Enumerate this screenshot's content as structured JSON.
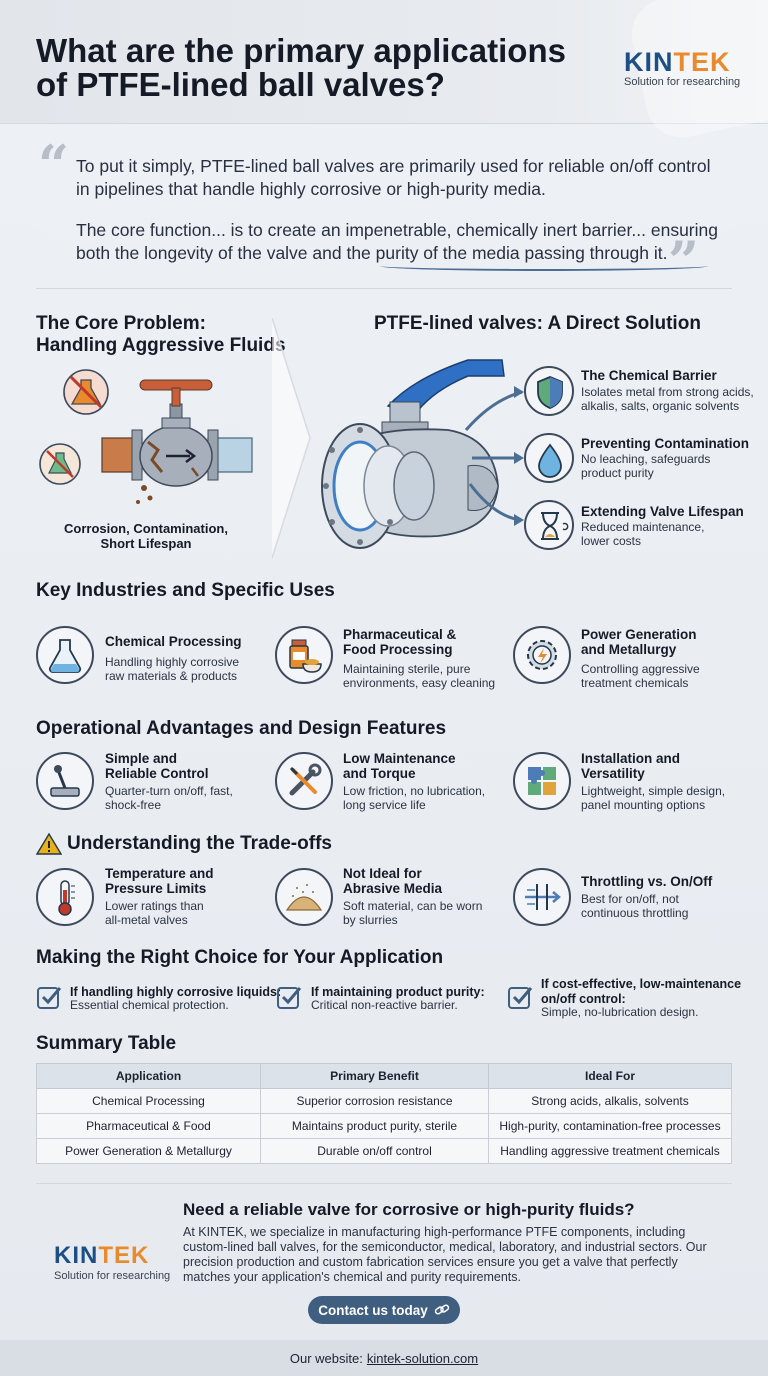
{
  "header": {
    "title_line1": "What are the primary applications",
    "title_line2": "of PTFE-lined ball valves?",
    "logo": {
      "word_part1": "KIN",
      "word_part2": "TEK",
      "tagline": "Solution for researching"
    }
  },
  "quote": {
    "p1_line1": "To put it simply, PTFE-lined ball valves are primarily used for reliable on/off control",
    "p1_line2": "in pipelines that handle highly corrosive or high-purity media.",
    "p2_line1": "The core function... is to create an impenetrable, chemically inert barrier... ensuring",
    "p2_line2": "both the longevity of the valve and the purity of the media passing through it."
  },
  "problem": {
    "heading_line1": "The Core Problem:",
    "heading_line2": "Handling Aggressive Fluids",
    "caption_line1": "Corrosion, Contamination,",
    "caption_line2": "Short Lifespan"
  },
  "solution": {
    "heading": "PTFE-lined valves: A Direct Solution",
    "items": [
      {
        "title": "The Chemical Barrier",
        "line1": "Isolates metal from strong acids,",
        "line2": "alkalis, salts, organic solvents",
        "icon": "shield-icon"
      },
      {
        "title": "Preventing Contamination",
        "line1": "No leaching, safeguards",
        "line2": "product purity",
        "icon": "droplet-icon"
      },
      {
        "title": "Extending Valve Lifespan",
        "line1": "Reduced maintenance,",
        "line2": "lower costs",
        "icon": "hourglass-icon"
      }
    ]
  },
  "industries": {
    "heading": "Key Industries and Specific Uses",
    "items": [
      {
        "title_line1": "Chemical Processing",
        "title_line2": "",
        "line1": "Handling highly corrosive",
        "line2": "raw materials & products",
        "icon": "flask-icon"
      },
      {
        "title_line1": "Pharmaceutical &",
        "title_line2": "Food Processing",
        "line1": "Maintaining sterile, pure",
        "line2": "environments, easy cleaning",
        "icon": "pill-bottle-icon"
      },
      {
        "title_line1": "Power Generation",
        "title_line2": "and Metallurgy",
        "line1": "Controlling aggressive",
        "line2": "treatment chemicals",
        "icon": "gear-bolt-icon"
      }
    ]
  },
  "advantages": {
    "heading": "Operational Advantages and Design Features",
    "items": [
      {
        "title_line1": "Simple and",
        "title_line2": "Reliable Control",
        "line1": "Quarter-turn on/off, fast,",
        "line2": "shock-free",
        "icon": "lever-icon"
      },
      {
        "title_line1": "Low Maintenance",
        "title_line2": "and Torque",
        "line1": "Low friction, no lubrication,",
        "line2": "long service life",
        "icon": "wrench-screwdriver-icon"
      },
      {
        "title_line1": "Installation and",
        "title_line2": "Versatility",
        "line1": "Lightweight, simple design,",
        "line2": "panel mounting options",
        "icon": "puzzle-icon"
      }
    ]
  },
  "tradeoffs": {
    "heading": "Understanding the Trade-offs",
    "items": [
      {
        "title_line1": "Temperature and",
        "title_line2": "Pressure Limits",
        "line1": "Lower ratings than",
        "line2": "all-metal valves",
        "icon": "thermometer-icon"
      },
      {
        "title_line1": "Not Ideal for",
        "title_line2": "Abrasive Media",
        "line1": "Soft material, can be worn",
        "line2": "by slurries",
        "icon": "sand-icon"
      },
      {
        "title_line1": "Throttling vs. On/Off",
        "title_line2": "",
        "line1": "Best for on/off, not",
        "line2": "continuous throttling",
        "icon": "flow-icon"
      }
    ]
  },
  "choice": {
    "heading": "Making the Right Choice for Your Application",
    "items": [
      {
        "title_line1": "If handling highly corrosive liquids:",
        "title_line2": "",
        "line1": "Essential chemical protection."
      },
      {
        "title_line1": "If maintaining product purity:",
        "title_line2": "",
        "line1": "Critical non-reactive barrier."
      },
      {
        "title_line1": "If cost-effective, low-maintenance",
        "title_line2": "on/off control:",
        "line1": "Simple, no-lubrication design."
      }
    ]
  },
  "summary": {
    "heading": "Summary Table",
    "columns": [
      "Application",
      "Primary Benefit",
      "Ideal For"
    ],
    "rows": [
      [
        "Chemical Processing",
        "Superior corrosion resistance",
        "Strong acids, alkalis, solvents"
      ],
      [
        "Pharmaceutical & Food",
        "Maintains product purity, sterile",
        "High-purity, contamination-free processes"
      ],
      [
        "Power Generation & Metallurgy",
        "Durable on/off control",
        "Handling aggressive treatment chemicals"
      ]
    ]
  },
  "cta": {
    "title": "Need a reliable valve for corrosive or high-purity fluids?",
    "body_line1": "At KINTEK, we specialize in manufacturing high-performance PTFE components, including",
    "body_line2": "custom-lined ball valves, for the semiconductor, medical, laboratory, and industrial sectors. Our",
    "body_line3": "precision production and custom fabrication services ensure you get a valve that perfectly",
    "body_line4": "matches your application's chemical and purity requirements.",
    "button": "Contact us today"
  },
  "footer": {
    "label": "Our website:",
    "link": "kintek-solution.com"
  },
  "colors": {
    "accent": "#3f5e80",
    "brand_blue": "#1d4f86",
    "brand_orange": "#e98a2c",
    "warning": "#e8b11a"
  }
}
